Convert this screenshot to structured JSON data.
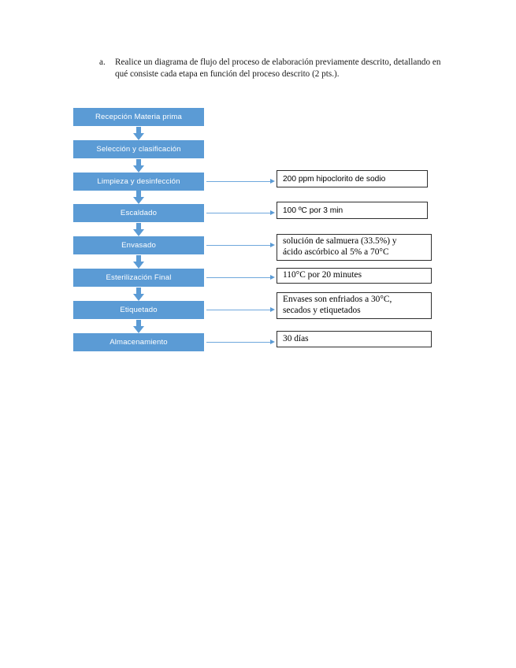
{
  "document": {
    "question": {
      "marker": "a.",
      "text": "Realice un diagrama de flujo del proceso de elaboración previamente descrito, detallando en qué consiste cada etapa en función del proceso descrito (2 pts.)."
    }
  },
  "colors": {
    "node_fill": "#5B9BD5",
    "node_text": "#FFFFFF",
    "connector": "#5B9BD5",
    "note_border": "#2E2E2E",
    "page_background": "#FFFFFF"
  },
  "flowchart": {
    "nodes": [
      {
        "label": "Recepción Materia prima"
      },
      {
        "label": "Selección y clasificación"
      },
      {
        "label": "Limpieza y desinfección"
      },
      {
        "label": "Escaldado"
      },
      {
        "label": "Envasado"
      },
      {
        "label": "Esterilización Final"
      },
      {
        "label": "Etiquetado"
      },
      {
        "label": "Almacenamiento"
      }
    ],
    "notes": [
      {
        "lines": [
          "200 ppm hipoclorito de sodio"
        ]
      },
      {
        "lines": [
          "100 ºC por 3 min"
        ]
      },
      {
        "lines": [
          "solución de salmuera (33.5%) y",
          "ácido ascórbico al 5% a 70°C"
        ]
      },
      {
        "lines": [
          "110°C por 20 minutes"
        ]
      },
      {
        "lines": [
          "Envases son enfriados a 30°C,",
          "secados y etiquetados"
        ]
      },
      {
        "lines": [
          "30 días"
        ]
      }
    ]
  }
}
